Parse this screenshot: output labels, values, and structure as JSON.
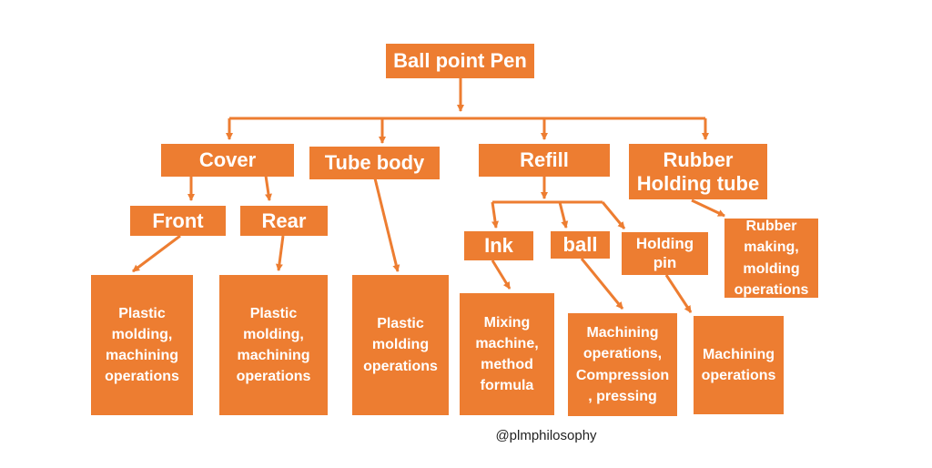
{
  "colors": {
    "box": "#ed7d31",
    "line": "#ed7d31",
    "text": "#ffffff"
  },
  "nodes": {
    "root": "Ball point Pen",
    "cover": "Cover",
    "tube_body": "Tube body",
    "refill": "Refill",
    "rubber_tube": "Rubber\nHolding tube",
    "front": "Front",
    "rear": "Rear",
    "ink": "Ink",
    "ball": "ball",
    "holding_pin": "Holding\npin",
    "rubber_ops": "Rubber\nmaking,\nmolding\noperations",
    "front_ops": "Plastic\nmolding,\nmachining\noperations",
    "rear_ops": "Plastic\nmolding,\nmachining\noperations",
    "tube_ops": "Plastic\nmolding\noperations",
    "ink_ops": "Mixing\nmachine,\nmethod\nformula",
    "ball_ops": "Machining\noperations,\nCompression\n, pressing",
    "pin_ops": "Machining\noperations"
  },
  "watermark": "@plmphilosophy"
}
